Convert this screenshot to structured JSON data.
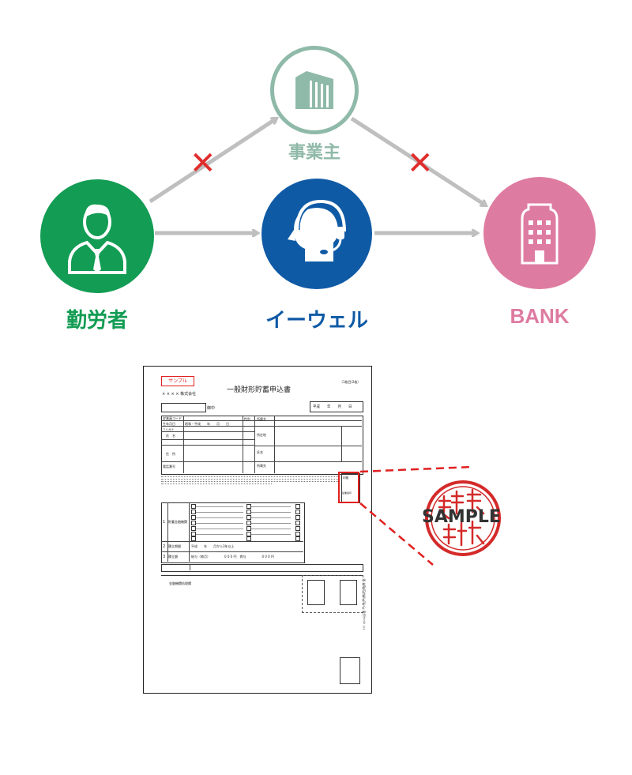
{
  "diagram": {
    "nodes": {
      "employer": {
        "label": "事業主",
        "color": "#8fb9a8"
      },
      "worker": {
        "label": "勤労者",
        "color": "#139c54"
      },
      "ewell": {
        "label": "イーウェル",
        "color": "#0f5aa5"
      },
      "bank": {
        "label": "BANK",
        "color": "#de7ba0"
      }
    },
    "blocked_marks": [
      "✕",
      "✕"
    ],
    "cross_color": "#e02d2d",
    "arrow_color": "#bfbfbf"
  },
  "form": {
    "sample_badge": "サンプル",
    "title": "一般財形貯蓄申込書",
    "company": "× × × × 株式会社",
    "header_right": "平成　　年　　月　　日",
    "to_suffix": "御中",
    "corner_note": "（1枚目/2枚）",
    "row_labels": [
      "従業員コード",
      "生年月日",
      "氏　名",
      "フリガナ",
      "住　所",
      "電話番号"
    ],
    "center_labels": [
      "性別",
      "所属名",
      "所在地",
      "氏名",
      "所属先"
    ],
    "era_text": "昭和・平成　　年　　月　　日",
    "section_labels": [
      "1",
      "2",
      "3"
    ],
    "section_names": [
      "貯蓄金融機関",
      "積立期間",
      "積立額"
    ],
    "period_text": "平成　　年　　月から3年以上",
    "amount_text": "給与（毎月）　　　　　0 0 0 円　賞与　　　　　0 0 0 円",
    "bottom_left_label": "金融機関処理欄",
    "stamp_label": "印鑑",
    "stamp_note": "従業員印",
    "right_vertical_note": "※太枠内は全て記入・押印すること"
  },
  "callout": {
    "sample_text": "SAMPLE",
    "seal_color": "#d42a2a",
    "zoom_color": "#e02020"
  }
}
